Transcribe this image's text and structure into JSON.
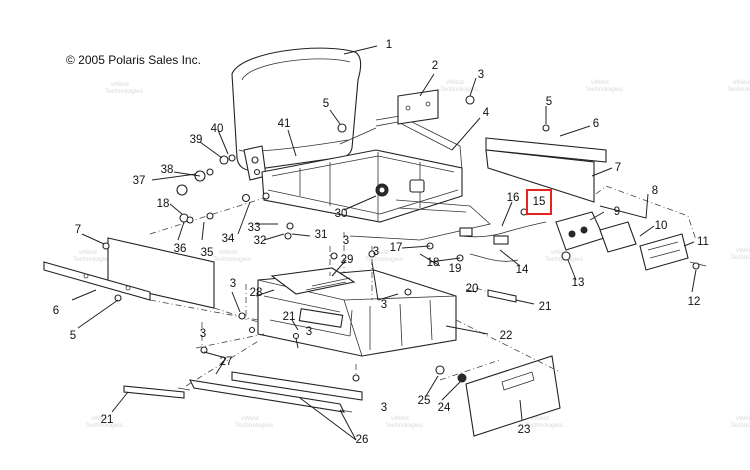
{
  "copyright": "© 2005 Polaris Sales Inc.",
  "watermark_lines": [
    "vWest",
    "Technologies"
  ],
  "highlight_color": "#e8231f",
  "highlighted_callout": "15",
  "callouts": [
    "1",
    "2",
    "3",
    "4",
    "5",
    "6",
    "7",
    "8",
    "9",
    "10",
    "11",
    "12",
    "13",
    "14",
    "15",
    "16",
    "17",
    "18",
    "19",
    "20",
    "21",
    "22",
    "23",
    "24",
    "25",
    "26",
    "27",
    "28",
    "29",
    "30",
    "31",
    "32",
    "33",
    "34",
    "35",
    "36",
    "37",
    "38",
    "39",
    "40",
    "41"
  ]
}
